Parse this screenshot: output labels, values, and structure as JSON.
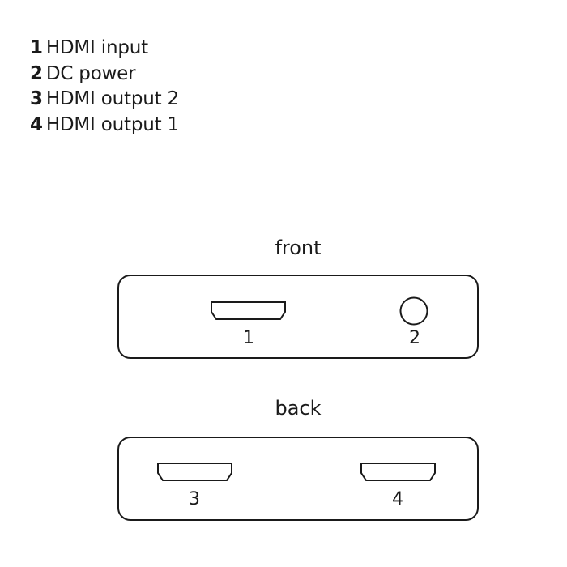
{
  "legend": {
    "items": [
      {
        "number": "1",
        "label": "HDMI input"
      },
      {
        "number": "2",
        "label": "DC power"
      },
      {
        "number": "3",
        "label": "HDMI output 2"
      },
      {
        "number": "4",
        "label": "HDMI output 1"
      }
    ]
  },
  "front": {
    "title": "front",
    "ports": [
      {
        "id": "1",
        "type": "hdmi"
      },
      {
        "id": "2",
        "type": "dc-power"
      }
    ]
  },
  "back": {
    "title": "back",
    "ports": [
      {
        "id": "3",
        "type": "hdmi"
      },
      {
        "id": "4",
        "type": "hdmi"
      }
    ]
  },
  "colors": {
    "stroke": "#1a1a1a",
    "background": "#ffffff"
  }
}
